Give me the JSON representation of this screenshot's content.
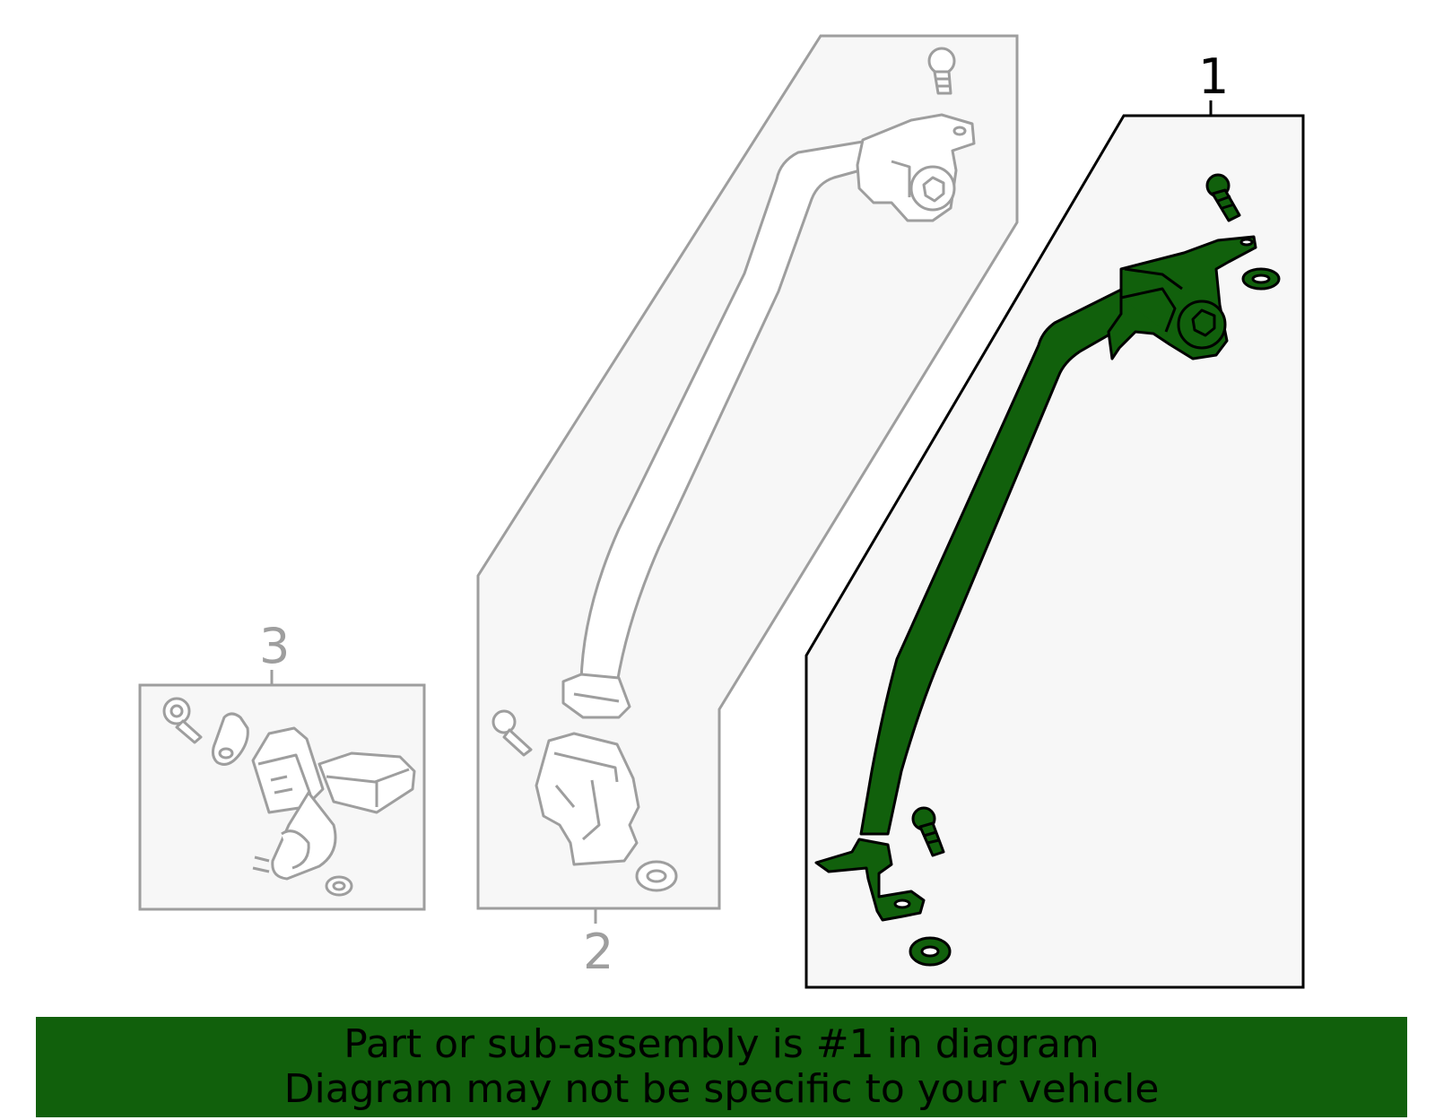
{
  "callouts": [
    {
      "number": "1",
      "state": "highlighted"
    },
    {
      "number": "2",
      "state": "dimmed"
    },
    {
      "number": "3",
      "state": "dimmed"
    }
  ],
  "banner": {
    "line1": "Part or sub-assembly is #1 in diagram",
    "line2": "Diagram may not be specific to your vehicle"
  },
  "colors": {
    "highlight_fill": "#11600c",
    "highlight_stroke": "#000000",
    "dim_stroke": "#9e9e9e",
    "panel_fill": "#f7f7f7",
    "banner_fill": "#11600c",
    "banner_text": "#000000"
  }
}
